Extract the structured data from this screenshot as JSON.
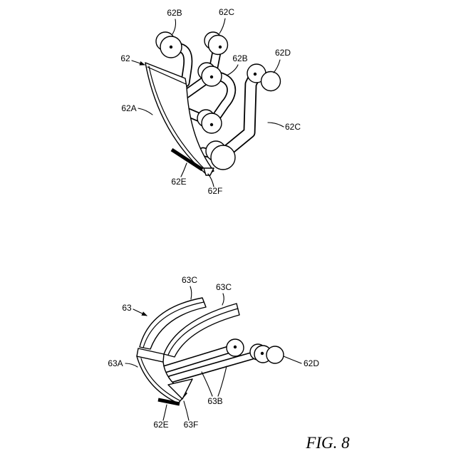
{
  "figure": {
    "caption": "FIG. 8"
  },
  "colors": {
    "line": "#000000",
    "background": "#ffffff"
  },
  "part_62": {
    "labels": {
      "ref_62": "62",
      "ref_62a": "62A",
      "ref_62b_top": "62B",
      "ref_62b_mid": "62B",
      "ref_62c_top": "62C",
      "ref_62c_side": "62C",
      "ref_62d": "62D",
      "ref_62e": "62E",
      "ref_62f": "62F"
    }
  },
  "part_63": {
    "labels": {
      "ref_63": "63",
      "ref_63a": "63A",
      "ref_63b": "63B",
      "ref_63c_left": "63C",
      "ref_63c_right": "63C",
      "ref_62d": "62D",
      "ref_62e": "62E",
      "ref_63f": "63F"
    }
  }
}
